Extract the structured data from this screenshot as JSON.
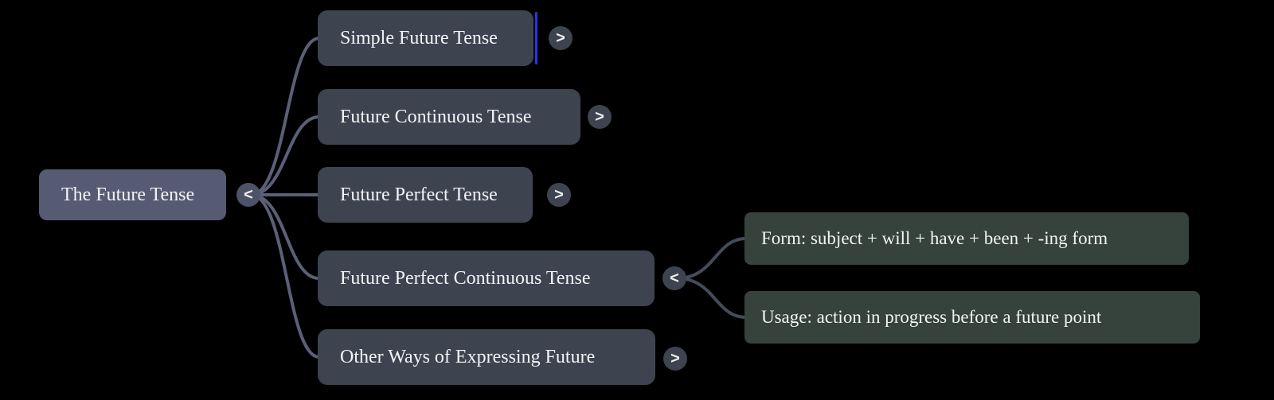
{
  "app": {
    "type": "mindmap",
    "background": "#000000"
  },
  "colors": {
    "root_fill": "#565a72",
    "child_fill": "#3d4450",
    "leaf_fill": "#36423c",
    "root_toggle_fill": "#4d5169",
    "level1_link": "#5b5f78",
    "level2_link": "#444b59",
    "text": "#f3f4f6",
    "selection_caret": "#2336e8"
  },
  "mindmap": {
    "root": {
      "label": "The Future Tense",
      "toggle": "<"
    },
    "children": [
      {
        "label": "Simple Future Tense",
        "toggle": ">",
        "selected": true
      },
      {
        "label": "Future Continuous Tense",
        "toggle": ">"
      },
      {
        "label": "Future Perfect Tense",
        "toggle": ">"
      },
      {
        "label": "Future Perfect Continuous Tense",
        "toggle": "<",
        "children": [
          {
            "label": "Form: subject + will + have + been + -ing form"
          },
          {
            "label": "Usage: action in progress before a future point"
          }
        ]
      },
      {
        "label": "Other Ways of Expressing Future",
        "toggle": ">"
      }
    ]
  }
}
